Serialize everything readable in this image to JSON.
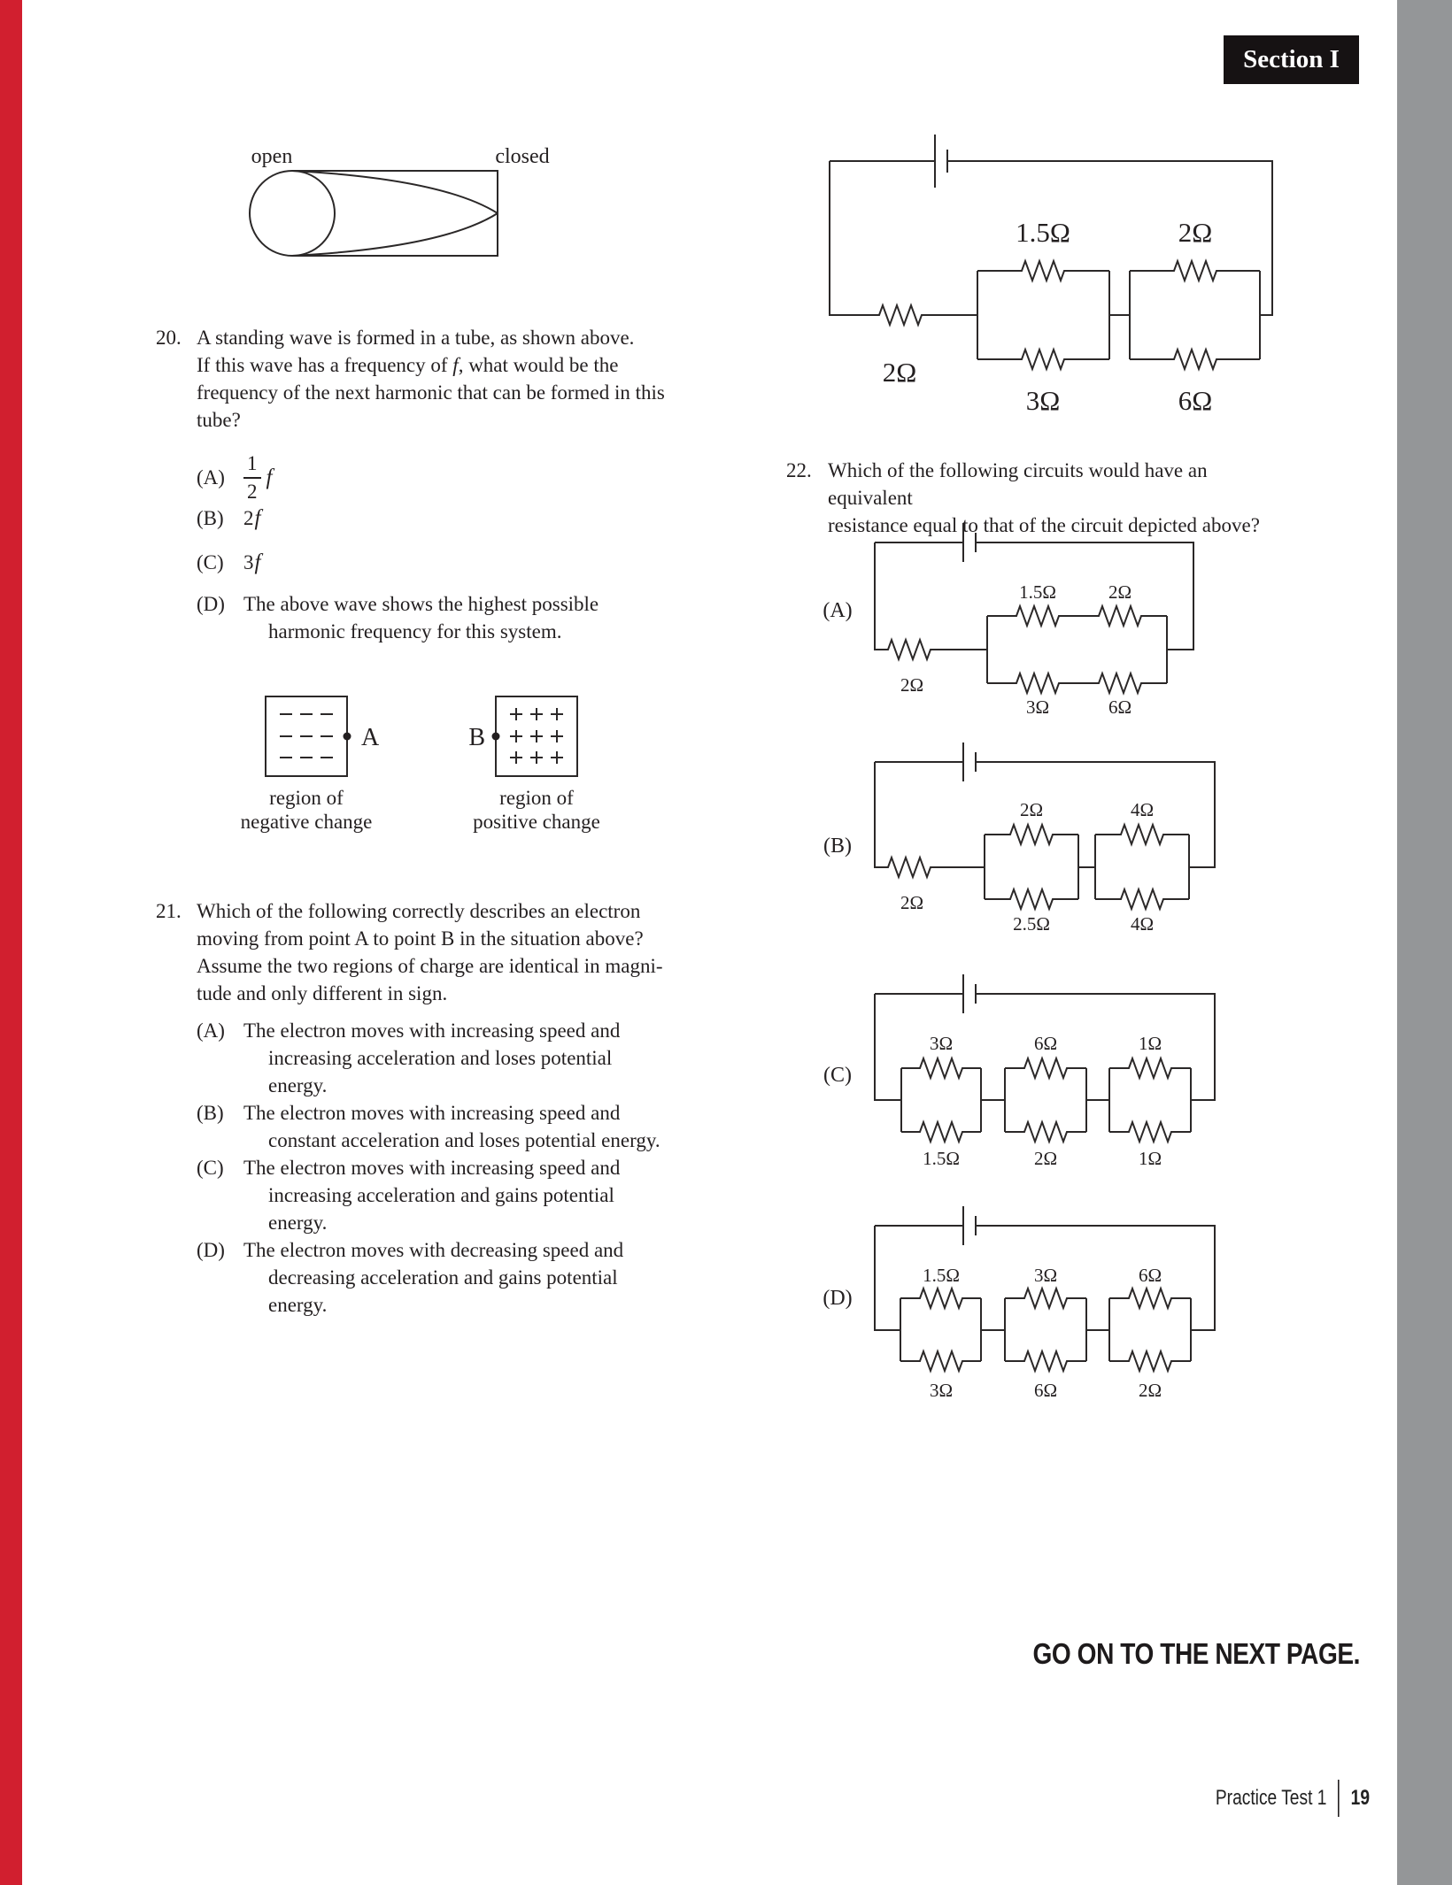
{
  "page": {
    "section_tag": "Section I",
    "go_on": "GO ON TO THE NEXT PAGE.",
    "footer_label": "Practice Test 1",
    "footer_page": "19",
    "accent_red": "#d11f2f",
    "stripe_gray": "#949698",
    "text_color": "#231f20"
  },
  "tube_figure": {
    "open_label": "open",
    "closed_label": "closed"
  },
  "q20": {
    "number": "20.",
    "line1": "A standing wave is formed in a tube, as shown above.",
    "line2_pre": "If this wave has a frequency of ",
    "line2_f": "f",
    "line2_post": ", what would be the",
    "line3": "frequency of the next harmonic that can be formed in this",
    "line4": "tube?",
    "optA_label": "(A)",
    "optA_num": "1",
    "optA_den": "2",
    "optA_var": "f",
    "optB_label": "(B)",
    "optB_coef": "2",
    "optB_var": "f",
    "optC_label": "(C)",
    "optC_coef": "3",
    "optC_var": "f",
    "optD_label": "(D)",
    "optD_line1": "The above wave shows the highest possible",
    "optD_line2": "harmonic frequency for this system."
  },
  "charge_figure": {
    "label_a": "A",
    "label_b": "B",
    "minus_mark": "−",
    "plus_mark": "+",
    "neg_caption1": "region of",
    "neg_caption2": "negative change",
    "pos_caption1": "region of",
    "pos_caption2": "positive change"
  },
  "q21": {
    "number": "21.",
    "line1": "Which of the following correctly describes an electron",
    "line2": "moving from point A to point B in the situation above?",
    "line3": "Assume the two regions of charge are identical in magni-",
    "line4": "tude and only different in sign.",
    "options": [
      {
        "label": "(A)",
        "lines": [
          "The electron moves with increasing speed and",
          "increasing acceleration and loses potential",
          "energy."
        ]
      },
      {
        "label": "(B)",
        "lines": [
          "The electron moves with increasing speed and",
          "constant acceleration and loses potential energy."
        ]
      },
      {
        "label": "(C)",
        "lines": [
          "The electron moves with increasing speed and",
          "increasing acceleration and gains potential",
          "energy."
        ]
      },
      {
        "label": "(D)",
        "lines": [
          "The electron moves with decreasing speed and",
          "decreasing acceleration and gains potential",
          "energy."
        ]
      }
    ]
  },
  "q22": {
    "number": "22.",
    "line1": "Which of the following circuits would have an equivalent",
    "line2": "resistance equal to that of the circuit depicted above?"
  },
  "main_circuit": {
    "series_label": "2Ω",
    "p1_top": "1.5Ω",
    "p1_bottom": "3Ω",
    "p2_top": "2Ω",
    "p2_bottom": "6Ω"
  },
  "circuits": {
    "A": {
      "label": "(A)",
      "series_label": "2Ω",
      "top1": "1.5Ω",
      "top2": "2Ω",
      "bottom1": "3Ω",
      "bottom2": "6Ω"
    },
    "B": {
      "label": "(B)",
      "series_label": "2Ω",
      "box1_top": "2Ω",
      "box1_bottom": "2.5Ω",
      "box2_top": "4Ω",
      "box2_bottom": "4Ω"
    },
    "C": {
      "label": "(C)",
      "box1_top": "3Ω",
      "box1_bottom": "1.5Ω",
      "box2_top": "6Ω",
      "box2_bottom": "2Ω",
      "box3_top": "1Ω",
      "box3_bottom": "1Ω"
    },
    "D": {
      "label": "(D)",
      "box1_top": "1.5Ω",
      "box1_bottom": "3Ω",
      "box2_top": "3Ω",
      "box2_bottom": "6Ω",
      "box3_top": "6Ω",
      "box3_bottom": "2Ω"
    }
  }
}
